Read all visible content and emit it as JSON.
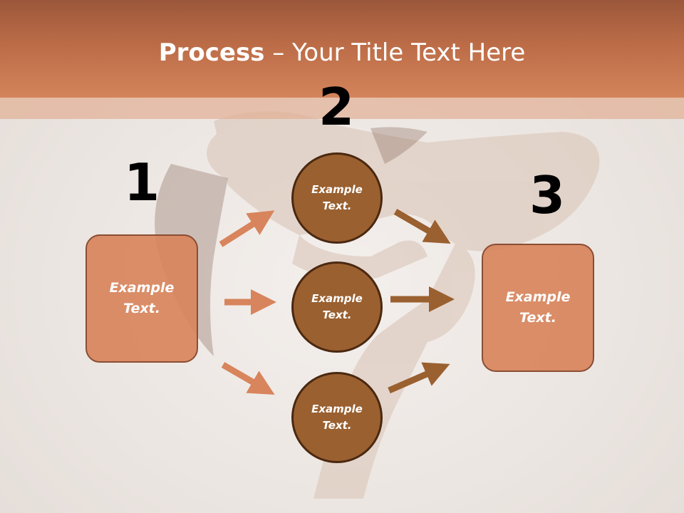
{
  "title": {
    "bold": "Process",
    "rest": " – Your Title Text Here"
  },
  "steps": [
    {
      "number": "1",
      "text": "Example Text."
    },
    {
      "number": "2",
      "circles": [
        "Example Text.",
        "Example Text.",
        "Example Text."
      ]
    },
    {
      "number": "3",
      "text": "Example Text."
    }
  ],
  "colors": {
    "title_bar": "#bb6c47",
    "box_fill": "#d8845c",
    "circle_fill": "#9a6030",
    "left_arrows": "#d8845c",
    "right_arrows": "#9a6030"
  }
}
